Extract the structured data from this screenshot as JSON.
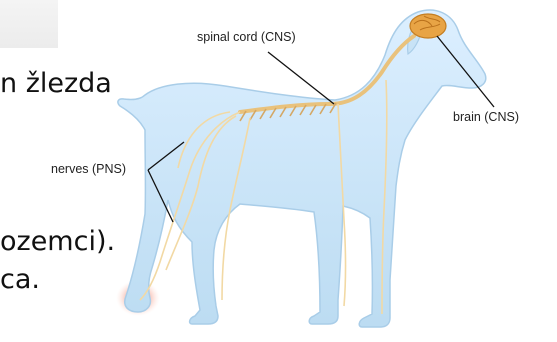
{
  "slide_text": {
    "line1": "n žlezda",
    "line2": "ozemci).",
    "line3": "ca."
  },
  "diagram": {
    "labels": {
      "spinal_cord": "spinal cord  (CNS)",
      "brain": "brain  (CNS)",
      "nerves": "nerves (PNS)"
    },
    "colors": {
      "body": "#cfe7f7",
      "outline": "#9fc6e6",
      "nerve": "#f3d9a1",
      "brain": "#e7a341",
      "pain_glow": "#f08878"
    }
  }
}
